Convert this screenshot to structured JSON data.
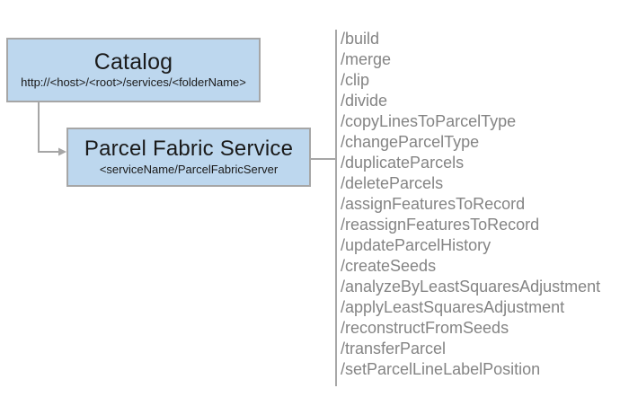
{
  "catalog": {
    "title": "Catalog",
    "subtitle": "http://<host>/<root>/services/<folderName>"
  },
  "service": {
    "title": "Parcel Fabric Service",
    "subtitle": "<serviceName/ParcelFabricServer"
  },
  "endpoints": [
    "/build",
    "/merge",
    "/clip",
    "/divide",
    "/copyLinesToParcelType",
    "/changeParcelType",
    "/duplicateParcels",
    "/deleteParcels",
    "/assignFeaturesToRecord",
    "/reassignFeaturesToRecord",
    "/updateParcelHistory",
    "/createSeeds",
    "/analyzeByLeastSquaresAdjustment",
    "/applyLeastSquaresAdjustment",
    "/reconstructFromSeeds",
    "/transferParcel",
    "/setParcelLineLabelPosition"
  ],
  "colors": {
    "box_fill": "#bdd7ee",
    "box_border": "#a6a6a6",
    "connector": "#a6a6a6",
    "divider": "#8c8c8c",
    "endpoint_text": "#848484",
    "title_text": "#1a1a1a"
  }
}
